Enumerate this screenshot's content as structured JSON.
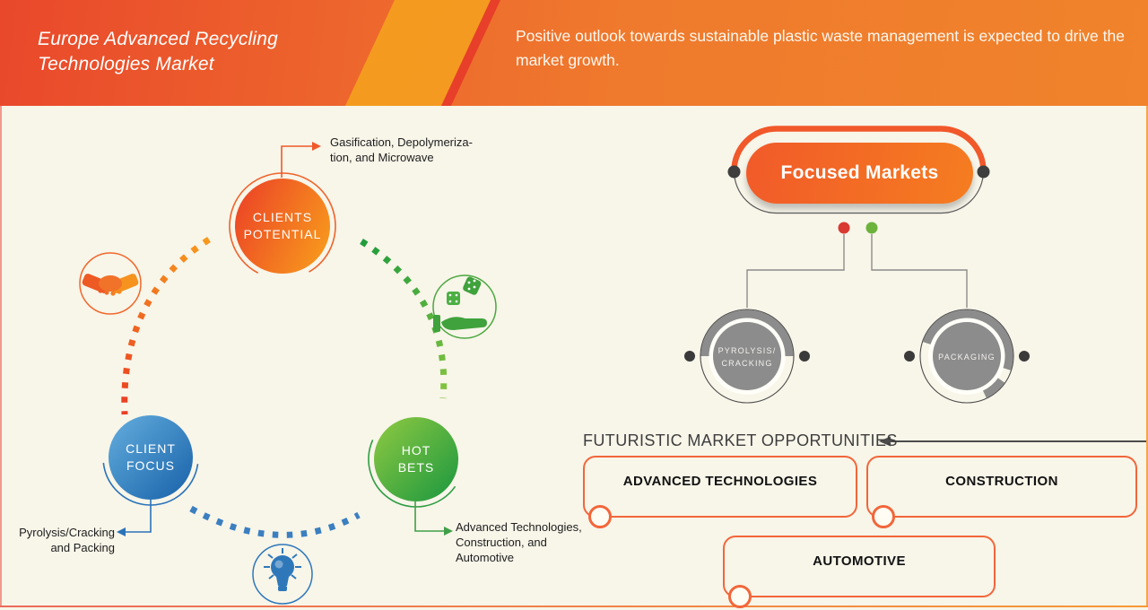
{
  "header": {
    "title": "Europe Advanced Recycling\nTechnologies Market",
    "subtitle": "Positive outlook towards sustainable plastic waste management is expected to drive the market growth."
  },
  "cycle": {
    "nodes": [
      {
        "id": "clients-potential",
        "label": "CLIENTS\nPOTENTIAL",
        "annotation": "Gasification, Depolymeriza-\ntion, and Microwave",
        "color": "#f1572c"
      },
      {
        "id": "client-focus",
        "label": "CLIENT\nFOCUS",
        "annotation": "Pyrolysis/Cracking\nand Packing",
        "color": "#2a73b9"
      },
      {
        "id": "hot-bets",
        "label": "HOT\nBETS",
        "annotation": "Advanced Technologies,\nConstruction, and\nAutomotive",
        "color": "#2f9e44"
      }
    ],
    "icons": [
      {
        "name": "handshake-icon",
        "color": "#f0632a"
      },
      {
        "name": "hand-with-dice-icon",
        "color": "#3fa23c"
      },
      {
        "name": "lightbulb-icon",
        "color": "#2e78ba"
      }
    ]
  },
  "focused_markets": {
    "title": "Focused Markets",
    "accent_color": "#f1582a",
    "marker_colors": {
      "left_dot": "#d93a31",
      "right_dot": "#6cb33d"
    },
    "children": [
      {
        "label": "PYROLYSIS/\nCRACKING"
      },
      {
        "label": "PACKAGING"
      }
    ]
  },
  "opportunities": {
    "heading": "FUTURISTIC MARKET OPPORTUNITIES",
    "items": [
      {
        "label": "ADVANCED TECHNOLOGIES"
      },
      {
        "label": "CONSTRUCTION"
      },
      {
        "label": "AUTOMOTIVE"
      }
    ]
  },
  "theme": {
    "background": "#f8f5e9",
    "header_gradient": [
      "#e9482b",
      "#f0832b"
    ],
    "orange": "#f1572c",
    "blue": "#2a73b9",
    "green": "#2f9e44",
    "gray": "#8c8c8c"
  }
}
